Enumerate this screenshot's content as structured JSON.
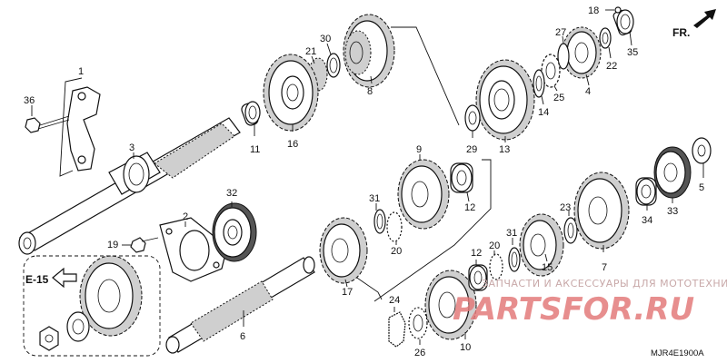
{
  "diagram": {
    "part_numbers": [
      "1",
      "2",
      "3",
      "4",
      "5",
      "6",
      "7",
      "8",
      "9",
      "10",
      "11",
      "12",
      "13",
      "14",
      "15",
      "16",
      "17",
      "18",
      "19",
      "20",
      "21",
      "22",
      "23",
      "24",
      "25",
      "26",
      "27",
      "29",
      "30",
      "31",
      "32",
      "33",
      "34",
      "35",
      "36"
    ],
    "labels": {
      "n1": "1",
      "n2": "2",
      "n3": "3",
      "n4": "4",
      "n5": "5",
      "n6": "6",
      "n7": "7",
      "n8": "8",
      "n9": "9",
      "n10": "10",
      "n11": "11",
      "n12a": "12",
      "n12b": "12",
      "n13": "13",
      "n14": "14",
      "n15": "15",
      "n16": "16",
      "n17": "17",
      "n18": "18",
      "n19": "19",
      "n20a": "20",
      "n20b": "20",
      "n21": "21",
      "n22": "22",
      "n23": "23",
      "n24": "24",
      "n25": "25",
      "n26": "26",
      "n27": "27",
      "n29": "29",
      "n30": "30",
      "n31a": "31",
      "n31b": "31",
      "n32": "32",
      "n33": "33",
      "n34": "34",
      "n35": "35",
      "n36": "36"
    },
    "direction_label": "FR.",
    "reference_label": "E-15",
    "figure_code": "MJR4E1900A"
  },
  "watermark": {
    "text": "ЗАПЧАСТИ И АКСЕССУАРЫ ДЛЯ МОТОТЕХНИКИ",
    "logo": "PARTSFOR.RU"
  }
}
